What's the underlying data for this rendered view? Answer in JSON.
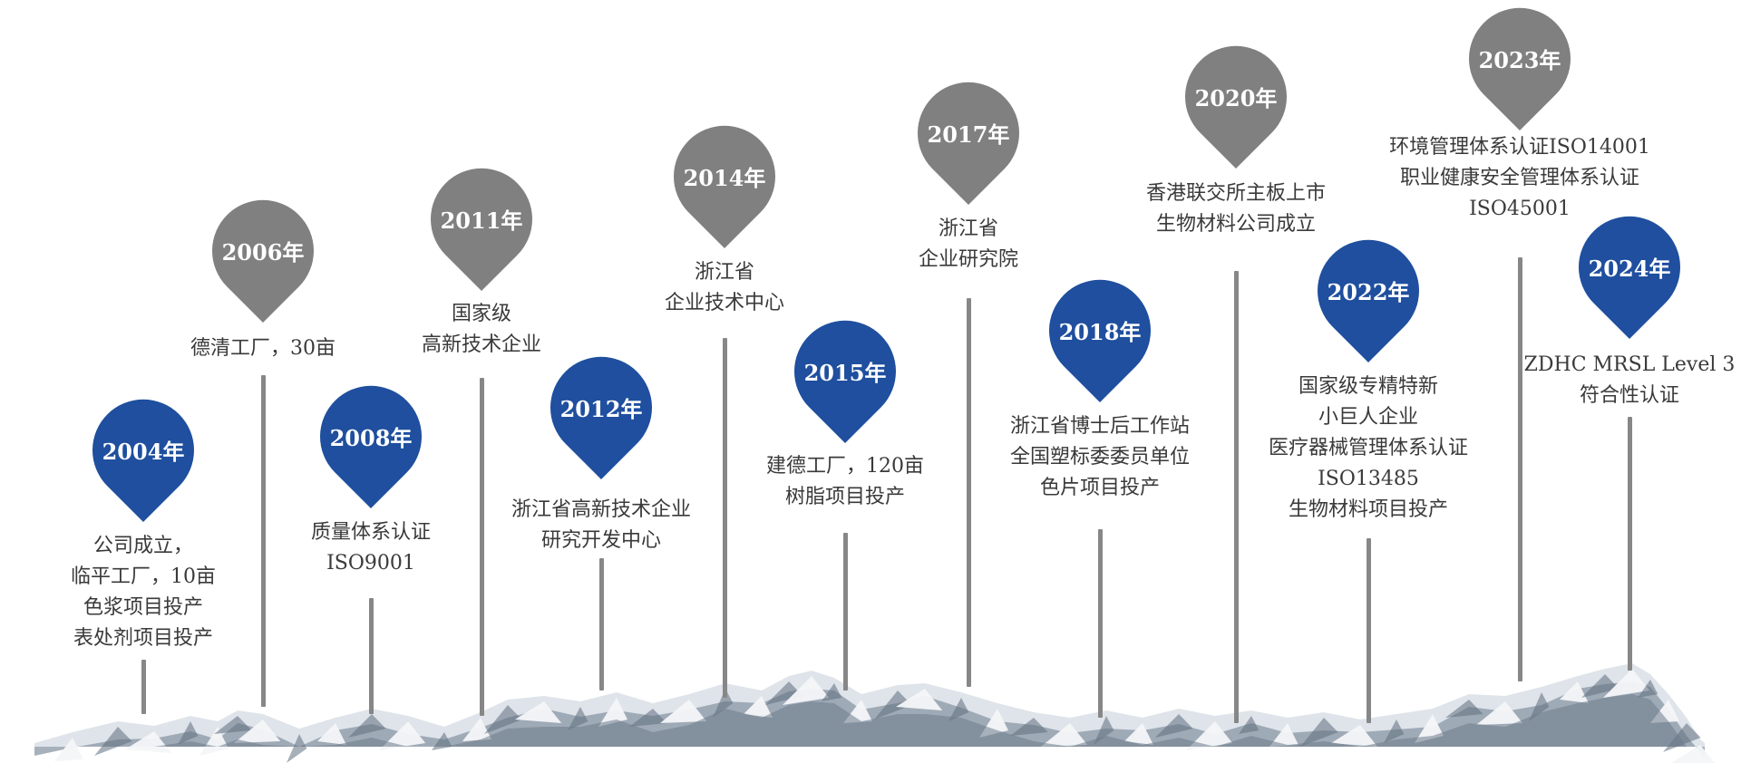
{
  "colors": {
    "blue": "#1f4f9e",
    "gray": "#808080",
    "line": "#878787",
    "text": "#3a3a3a"
  },
  "milestones": [
    {
      "year": "2004年",
      "color": "blue",
      "lines": [
        "公司成立，",
        "临平工厂，10亩",
        "色浆项目投产",
        "表处剂项目投产"
      ]
    },
    {
      "year": "2006年",
      "color": "gray",
      "lines": [
        "德清工厂，30亩"
      ]
    },
    {
      "year": "2008年",
      "color": "blue",
      "lines": [
        "质量体系认证",
        "ISO9001"
      ]
    },
    {
      "year": "2011年",
      "color": "gray",
      "lines": [
        "国家级",
        "高新技术企业"
      ]
    },
    {
      "year": "2012年",
      "color": "blue",
      "lines": [
        "浙江省高新技术企业",
        "研究开发中心"
      ]
    },
    {
      "year": "2014年",
      "color": "gray",
      "lines": [
        "浙江省",
        "企业技术中心"
      ]
    },
    {
      "year": "2015年",
      "color": "blue",
      "lines": [
        "建德工厂，120亩",
        "树脂项目投产"
      ]
    },
    {
      "year": "2017年",
      "color": "gray",
      "lines": [
        "浙江省",
        "企业研究院"
      ]
    },
    {
      "year": "2018年",
      "color": "blue",
      "lines": [
        "浙江省博士后工作站",
        "全国塑标委委员单位",
        "色片项目投产"
      ]
    },
    {
      "year": "2020年",
      "color": "gray",
      "lines": [
        "香港联交所主板上市",
        "生物材料公司成立"
      ]
    },
    {
      "year": "2022年",
      "color": "blue",
      "lines": [
        "国家级专精特新",
        "小巨人企业",
        "医疗器械管理体系认证",
        "ISO13485",
        "生物材料项目投产"
      ]
    },
    {
      "year": "2023年",
      "color": "gray",
      "lines": [
        "环境管理体系认证ISO14001",
        "职业健康安全管理体系认证",
        "ISO45001"
      ]
    },
    {
      "year": "2024年",
      "color": "blue",
      "lines": [
        "ZDHC MRSL Level 3",
        "符合性认证"
      ]
    }
  ]
}
